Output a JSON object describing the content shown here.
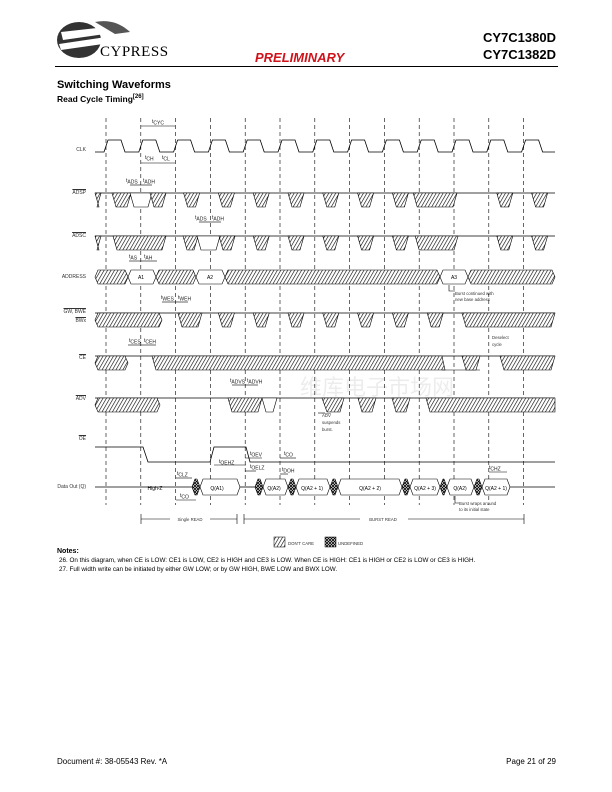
{
  "header": {
    "company": "CYPRESS",
    "status": "PRELIMINARY",
    "part_numbers": [
      "CY7C1380D",
      "CY7C1382D"
    ]
  },
  "section": {
    "title": "Switching Waveforms",
    "subtitle": "Read Cycle Timing",
    "subtitle_ref": "[26]"
  },
  "signals": {
    "clk": "CLK",
    "adsp": "ADSP",
    "adsc": "ADSC",
    "address": "ADDRESS",
    "gw_bwe": "GW, BWE",
    "bwx": "BWx",
    "ce": "CE",
    "adv": "ADV",
    "oe": "OE",
    "data_out": "Data Out (Q)"
  },
  "timing": {
    "tcyc": "CYC",
    "tch": "CH",
    "tcl": "CL",
    "tads": "ADS",
    "tadh": "ADH",
    "tads2": "ADS",
    "tadh2": "ADH",
    "tas": "AS",
    "tah": "AH",
    "twes": "WES",
    "tweh": "WEH",
    "tces": "CES",
    "tceh": "CEH",
    "tadvs": "ADVS",
    "tadvh": "ADVH",
    "toehz": "OEHZ",
    "toev": "OEV",
    "toelz": "OELZ",
    "tclz": "CLZ",
    "tco": "CO",
    "tdoh": "DOH",
    "tco2": "CO",
    "tchz": "CHZ",
    "t": "t"
  },
  "address_values": [
    "A1",
    "A2",
    "A3"
  ],
  "data_values": [
    "High-Z",
    "Q(A1)",
    "Q(A2)",
    "Q(A2 + 1)",
    "Q(A2 + 2)",
    "Q(A2 + 3)",
    "Q(A2)",
    "Q(A2 + 1)"
  ],
  "annotations": {
    "burst_new_base": [
      "Burst continued with",
      "new base address"
    ],
    "deselect": [
      "Deselect",
      "cycle"
    ],
    "adv_suspends": [
      "ADV",
      "suspends",
      "burst."
    ],
    "burst_wraps": [
      "Burst wraps around",
      "to its initial state"
    ],
    "single_read": "Single READ",
    "burst_read": "BURST READ"
  },
  "legend": {
    "dont_care": "DON'T CARE",
    "undefined": "UNDEFINED"
  },
  "notes": {
    "title": "Notes:",
    "items": [
      "26. On this diagram, when CE is LOW: CE1 is LOW, CE2 is HIGH and CE3 is LOW. When CE is HIGH: CE1 is HIGH or CE2 is LOW or CE3 is HIGH.",
      "27. Full width write can be initiated by either GW LOW; or by GW HIGH, BWE LOW and BWX LOW."
    ]
  },
  "footer": {
    "document": "Document #: 38-05543 Rev. *A",
    "page": "Page 21 of 29"
  }
}
